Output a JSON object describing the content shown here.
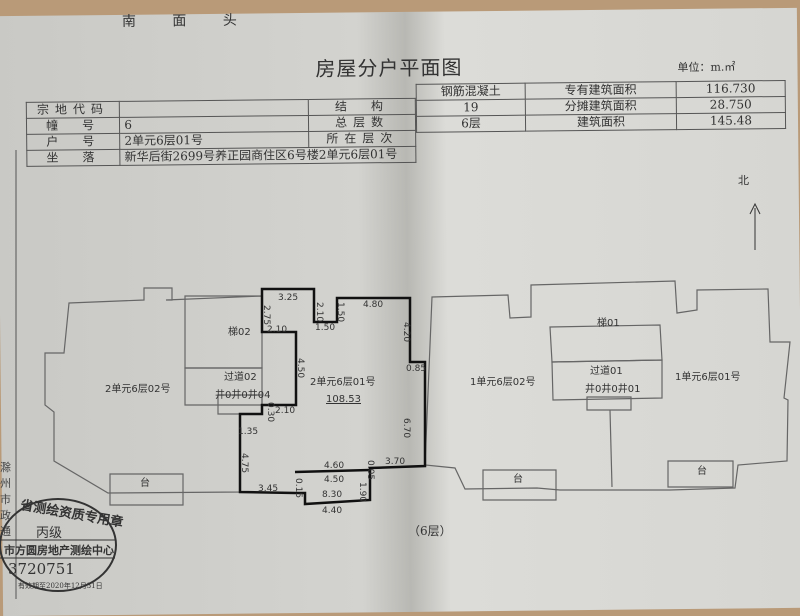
{
  "header_fragment": "南 面 头",
  "title": "房屋分户平面图",
  "unit": "单位：m.㎡",
  "info_table": {
    "land_code_label": "宗地代码",
    "land_code": "",
    "building_label": "幢　号",
    "building": "6",
    "unit_no_label": "户　号",
    "unit_no": "2单元6层01号",
    "location_label": "坐　落",
    "location": "新华后街2699号养正园商住区6号楼2单元6层01号",
    "structure_label": "结　构",
    "structure": "钢筋混凝土",
    "total_floors_label": "总层数",
    "total_floors": "19",
    "floor_label": "所在层次",
    "floor": "6层",
    "exclusive_area_label": "专有建筑面积",
    "exclusive_area": "116.730",
    "shared_area_label": "分摊建筑面积",
    "shared_area": "28.750",
    "building_area_label": "建筑面积",
    "building_area": "145.48"
  },
  "plan": {
    "north": "北",
    "rooms": {
      "unit2_02": "2单元6层02号",
      "stair02": "梯02",
      "corridor02": "过道02",
      "shaft02": "井0井0井04",
      "unit2_01": "2单元6层01号",
      "unit2_01_area": "108.53",
      "unit1_02": "1单元6层02号",
      "stair01": "梯01",
      "corridor01": "过道01",
      "shaft01": "井0井0井01",
      "unit1_01": "1单元6层01号",
      "balcony": "台"
    },
    "dimensions": [
      "3.25",
      "2.10",
      "2.75",
      "2.10",
      "1.50",
      "1.50",
      "4.80",
      "4.20",
      "0.85",
      "4.50",
      "6.70",
      "0.30",
      "2.10",
      "1.35",
      "4.75",
      "4.60",
      "0.05",
      "3.70",
      "4.50",
      "1.90",
      "3.45",
      "0.15",
      "8.30",
      "4.40"
    ],
    "floor_caption": "（6层）"
  },
  "stamp": {
    "top": "省测绘资质专用章",
    "grade": "丙级",
    "org": "市方圆房地产测绘中心",
    "number": "3720751",
    "bottom": "有效期至2020年12月31日"
  },
  "margin_text": "滁州市政通"
}
